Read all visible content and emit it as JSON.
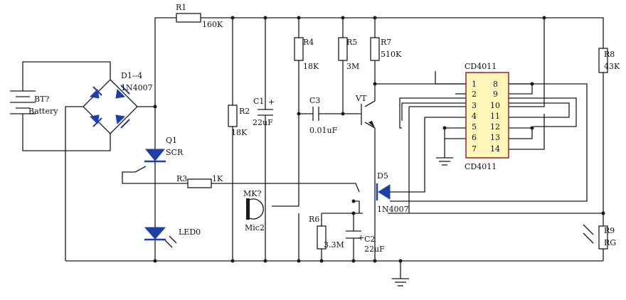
{
  "battery": {
    "ref": "BT?",
    "name": "Battery"
  },
  "bridge": {
    "ref": "D1--4",
    "part": "1N4007"
  },
  "scr": {
    "ref": "Q1",
    "part": "SCR"
  },
  "led": {
    "ref": "LED0"
  },
  "r1": {
    "ref": "R1",
    "value": "160K"
  },
  "r2": {
    "ref": "R2",
    "value": "18K"
  },
  "r3": {
    "ref": "R3",
    "value": "1K"
  },
  "r4": {
    "ref": "R4",
    "value": "18K"
  },
  "r5": {
    "ref": "R5",
    "value": "3M"
  },
  "r6": {
    "ref": "R6",
    "value": "3.3M"
  },
  "r7": {
    "ref": "R7",
    "value": "510K"
  },
  "r8": {
    "ref": "R8",
    "value": "43K"
  },
  "r9": {
    "ref": "R9",
    "value": "RG"
  },
  "c1": {
    "ref": "C1",
    "value": "22uF",
    "polarity": "+"
  },
  "c2": {
    "ref": "C2",
    "value": "22uF",
    "polarity": "+"
  },
  "c3": {
    "ref": "C3",
    "value": "0.01uF"
  },
  "vt": {
    "ref": "VT"
  },
  "mic": {
    "ref": "MK?",
    "name": "Mic2"
  },
  "d5": {
    "ref": "D5",
    "part": "1N4007"
  },
  "ic": {
    "top_label": "CD4011",
    "bottom_label": "CD4011",
    "left_pins": [
      "1",
      "2",
      "3",
      "4",
      "5",
      "6",
      "7"
    ],
    "right_pins": [
      "8",
      "9",
      "10",
      "11",
      "12",
      "13",
      "14"
    ]
  },
  "colors": {
    "wire": "#1a1a1a",
    "diode": "#1f3fa8",
    "chip_fill": "#fff6b8",
    "chip_border": "#8b1a1a"
  }
}
